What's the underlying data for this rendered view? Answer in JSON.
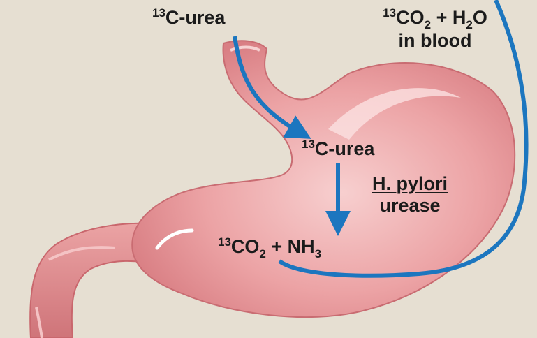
{
  "colors": {
    "background": "#e6dfd2",
    "stomach": "#e99a9c",
    "stomach_shadow": "#d77b80",
    "arrow": "#1c76bf",
    "text": "#1b1b1b"
  },
  "labels": {
    "urea_top": {
      "sup": "13",
      "text": "C-urea"
    },
    "blood_line1": {
      "sup": "13",
      "pre": "CO",
      "sub1": "2",
      "mid": " + H",
      "sub2": "2",
      "post": "O"
    },
    "blood_line2": "in blood",
    "urea_inside": {
      "sup": "13",
      "text": "C-urea"
    },
    "enzyme_line1": {
      "underlined": "H",
      "rest": ". pylori"
    },
    "enzyme_line2": "urease",
    "products": {
      "sup": "13",
      "pre": "CO",
      "sub1": "2",
      "mid": " + NH",
      "sub2": "3"
    }
  }
}
